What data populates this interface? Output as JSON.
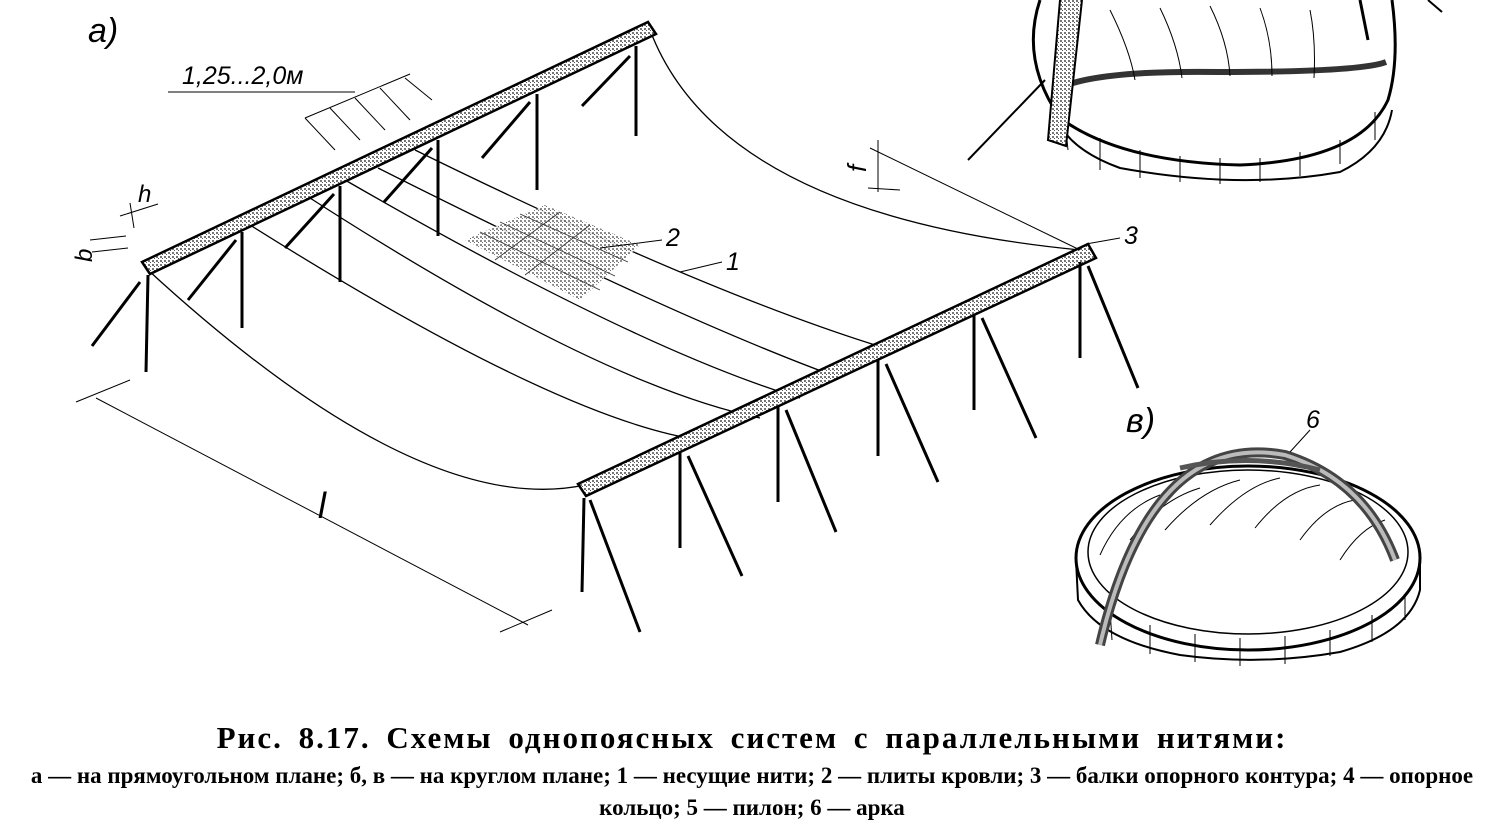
{
  "labels": {
    "panel_a": "а)",
    "panel_v": "в)",
    "spacing": "1,25...2,0м",
    "h": "h",
    "b": "b",
    "f": "f",
    "l": "l",
    "n1": "1",
    "n2": "2",
    "n3": "3",
    "n6": "6"
  },
  "caption": {
    "title": "Рис. 8.17. Схемы однопоясных систем с параллельными нитями:",
    "legend": "а — на прямоугольном плане; б, в — на круглом плане; 1 — несущие нити; 2 — плиты кровли; 3 — балки опорного контура; 4 — опорное кольцо; 5 — пилон; 6 — арка"
  }
}
